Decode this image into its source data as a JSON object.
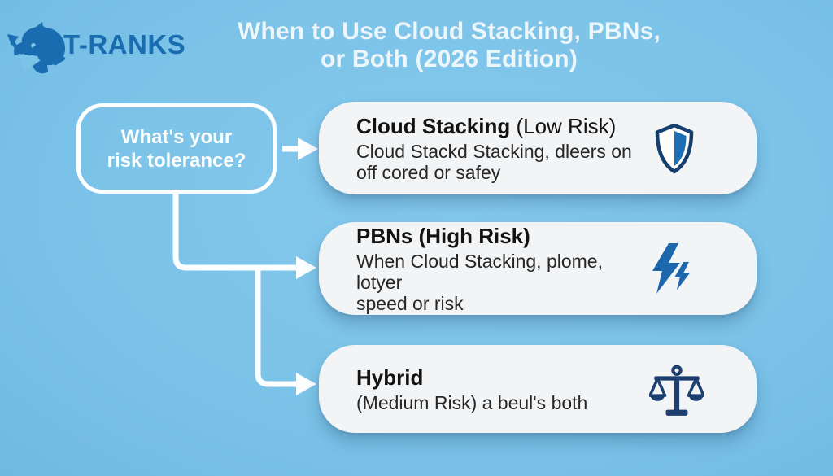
{
  "logo": {
    "brand": "T-RANKS"
  },
  "header": {
    "title_line1": "When to Use Cloud Stacking, PBNs,",
    "title_line2": "or Both (2026 Edition)"
  },
  "flowchart": {
    "question": {
      "line1": "What's your",
      "line2": "risk tolerance?"
    },
    "cards": [
      {
        "title_bold": "Cloud Stacking",
        "title_rest": " (Low Risk)",
        "body_line1": "Cloud Stackd Stacking, dleers on",
        "body_line2": "off cored or safey",
        "icon": "shield-icon"
      },
      {
        "title_bold": "PBNs (High Risk)",
        "title_rest": "",
        "body_line1": "When Cloud Stacking, plome, lotyer",
        "body_line2": "speed or risk",
        "icon": "lightning-bolts-icon"
      },
      {
        "title_bold": "Hybrid",
        "title_rest": "",
        "body_line1": "(Medium Risk) a beul's both",
        "body_line2": "",
        "icon": "balance-scales-icon"
      }
    ]
  },
  "colors": {
    "background_blue": "#7cc3e8",
    "card_background": "#f2f4f6",
    "logo_blue": "#1a6cb0",
    "icon_navy": "#1b3f70",
    "icon_blue": "#1d6fb5",
    "title_white": "#ecf6fb",
    "card_title_black": "#121212"
  }
}
